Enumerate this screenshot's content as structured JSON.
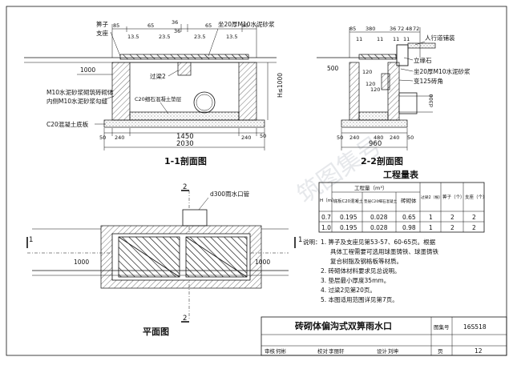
{
  "section_1_1": {
    "title": "1-1剖面图",
    "top_dims": [
      "85",
      "13.5",
      "65",
      "23.5",
      "36",
      "36",
      "23.5",
      "65",
      "13.5",
      "85"
    ],
    "label_grate": "箅子",
    "label_support": "支座",
    "label_mortar": "坐20厚M10水泥砂浆",
    "label_1000": "1000",
    "label_beam": "过梁2",
    "label_wall_1": "M10水泥砂浆砌筑砖砌体",
    "label_wall_2": "内侧M10水泥砂浆勾缝",
    "label_cushion": "C20细石混凝土垫层",
    "label_base": "C20混凝土底板",
    "label_depth": "H≤1000",
    "dim_50": "50",
    "dim_240": "240",
    "dim_1450": "1450",
    "dim_2030": "2030"
  },
  "section_2_2": {
    "title": "2-2剖面图",
    "top_dims": [
      "85",
      "380",
      "36",
      "72",
      "48",
      "72"
    ],
    "sub_dims": [
      "11",
      "11",
      "11",
      "11"
    ],
    "label_paving": "人行道铺装",
    "label_curb": "立缘石",
    "label_mortar": "坐20厚M10水泥砂浆",
    "label_chamfer": "变125砖角",
    "dim_500": "500",
    "dim_120a": "120",
    "dim_120b": "120",
    "dim_d300": "d300",
    "dim_50": "50",
    "dim_240": "240",
    "dim_480": "480",
    "dim_960": "960"
  },
  "plan": {
    "title": "平面图",
    "label_pipe": "d300雨水口管",
    "mark_2": "2",
    "mark_1": "1",
    "dim_1000": "1000"
  },
  "quantity_table": {
    "title": "工程量表",
    "header_concrete": "工程量（m³）",
    "col_h": "H（m）",
    "col_base": "底板C20混凝土",
    "col_cushion": "垫层C20细石混凝土",
    "col_brick": "砖砌体",
    "col_beam": "过梁2（根）",
    "col_grate": "箅子（个）",
    "col_support": "支座（个）",
    "rows": [
      [
        "0.7",
        "0.195",
        "0.028",
        "0.65",
        "1",
        "2",
        "2"
      ],
      [
        "1.0",
        "0.195",
        "0.028",
        "0.98",
        "1",
        "2",
        "2"
      ]
    ]
  },
  "notes": {
    "label": "说明：",
    "items": [
      "1. 箅子及支座见第53-57、60-65页。根据",
      "具体工程需要可选用球墨铸铁、球墨铸铁",
      "复合树脂及钢格板等材质。",
      "2. 砖砌体材料要求见总说明。",
      "3. 垫层最小厚度35mm。",
      "4. 过梁2见第20页。",
      "5. 本图适用范围详见第7页。"
    ]
  },
  "title_block": {
    "drawing_title": "砖砌体偏沟式双箅雨水口",
    "atlas_label": "图集号",
    "atlas_no": "16S518",
    "page_label": "页",
    "page_no": "12",
    "review_label": "审核",
    "review_name": "何彬",
    "check_label": "校对",
    "check_name": "李丽轩",
    "design_label": "设计",
    "design_name": "刘坤"
  },
  "watermark": "筑图集号"
}
